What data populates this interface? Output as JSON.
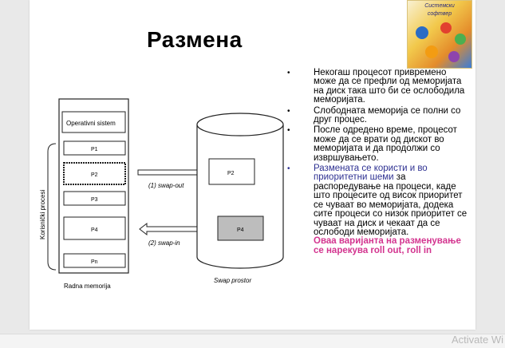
{
  "slide": {
    "title": "Размена",
    "logo_lines": [
      "Системски",
      "софтвер"
    ]
  },
  "diagram": {
    "os_label": "Operativni sistem",
    "user_processes_label": "Korisnički procesi",
    "mem_processes": [
      "P1",
      "P2",
      "P3",
      "P4",
      "Pn"
    ],
    "swap_out_label": "(1) swap-out",
    "swap_in_label": "(2) swap-in",
    "swap_processes": [
      "P2",
      "P4"
    ],
    "ram_caption": "Radna memorija",
    "swap_caption": "Swap prostor"
  },
  "bullets": [
    {
      "text": "Некогаш процесот привремено може да се префли од меморијата на диск така што би се ослободила меморијата."
    },
    {
      "text": "Слободната меморија се полни со друг процес."
    },
    {
      "text": "После одредено време, процесот може да се врати од дискот во меморијата и да продолжи со извршувањето."
    },
    {
      "text_blue": "Размената се  користи и во приоритетни шеми",
      "text": " за распоредување на процеси, каде што процесите од висок приоритет се чуваат во меморијата, додека сите процеси со низок приоритет се чуваат на диск и чекаат да се ослободи меморијата.",
      "text_magenta": "Оваа варијанта на разменување се нарекува roll out, roll in"
    }
  ],
  "overlay": {
    "watermark": "Activate Wi"
  }
}
